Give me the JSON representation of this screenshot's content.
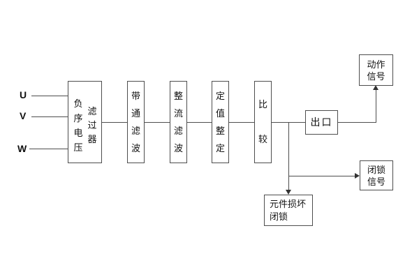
{
  "colors": {
    "line": "#4d4d4d",
    "text": "#111111",
    "background": "#ffffff"
  },
  "inputs": {
    "u": "U",
    "v": "V",
    "w": "W"
  },
  "blocks": {
    "nsv_filter": {
      "main": "负序电压",
      "sub": "滤过器"
    },
    "bandpass": {
      "label": "带通滤波"
    },
    "rectify": {
      "label": "整流滤波"
    },
    "setting": {
      "label": "定值整定"
    },
    "compare": {
      "label": "比较"
    },
    "outlet": {
      "label": "出口"
    },
    "action_signal": {
      "line1": "动作",
      "line2": "信号"
    },
    "blocking_signal": {
      "line1": "闭锁",
      "line2": "信号"
    },
    "damage_blocking": {
      "line1": "元件损坏",
      "line2": "闭锁"
    }
  }
}
